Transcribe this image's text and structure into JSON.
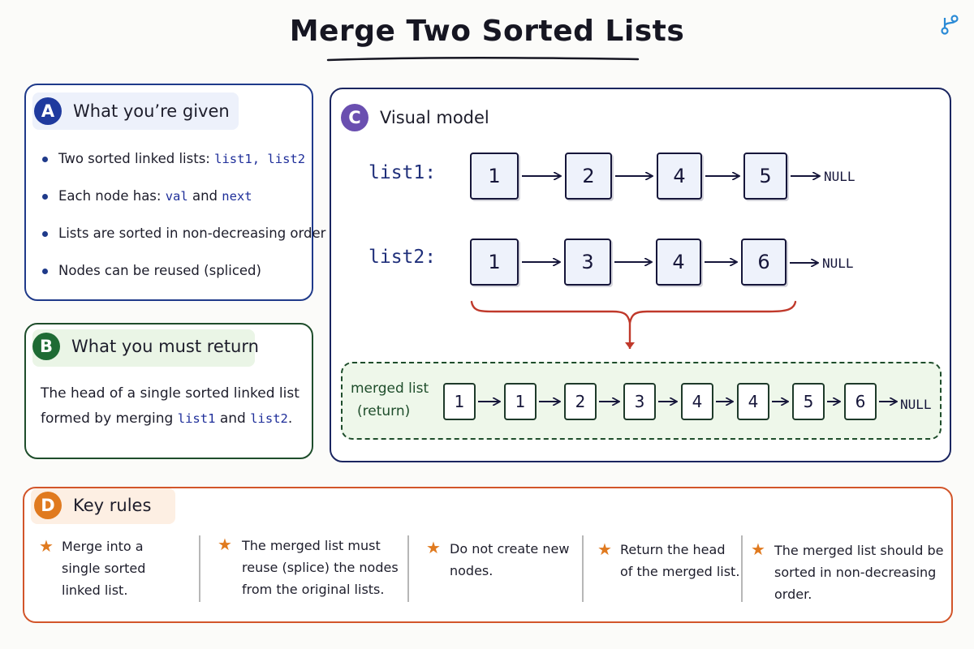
{
  "title": "Merge Two Sorted Lists",
  "icon": "git-branch-icon",
  "colors": {
    "blue": "#1f3a8a",
    "green": "#1e4d2b",
    "purple": "#6a4fb0",
    "orange": "#d2552a",
    "red": "#c0392b"
  },
  "sections": {
    "a": {
      "badge": "A",
      "heading": "What you’re given",
      "bullets": [
        {
          "text": "Two sorted linked lists:",
          "code": "list1, list2"
        },
        {
          "text": "Each node has:",
          "code1": "val",
          "mid": "and",
          "code2": "next"
        },
        {
          "text": "Lists are sorted in non-decreasing order"
        },
        {
          "text": "Nodes can be reused (spliced)"
        }
      ]
    },
    "b": {
      "badge": "B",
      "heading": "What you must return",
      "line1": "The head of a single sorted linked list",
      "line2_pre": "formed by merging",
      "code1": "list1",
      "mid": "and",
      "code2": "list2",
      "end": "."
    },
    "c": {
      "badge": "C",
      "heading": "Visual model",
      "list1": {
        "label": "list1:",
        "values": [
          "1",
          "2",
          "4",
          "5"
        ]
      },
      "list2": {
        "label": "list2:",
        "values": [
          "1",
          "3",
          "4",
          "6"
        ]
      },
      "null": "NULL",
      "merged": {
        "label1": "merged list",
        "label2": "(return)",
        "values": [
          "1",
          "1",
          "2",
          "3",
          "4",
          "4",
          "5",
          "6"
        ]
      }
    },
    "d": {
      "badge": "D",
      "heading": "Key rules",
      "rules": [
        [
          "Merge into a",
          "single sorted",
          "linked list."
        ],
        [
          "The merged list must",
          "reuse (splice) the nodes",
          "from the original lists."
        ],
        [
          "Do not create new",
          "nodes."
        ],
        [
          "Return the head",
          "of the merged list."
        ],
        [
          "The merged list should be",
          "sorted in non-decreasing",
          "order."
        ]
      ]
    }
  }
}
